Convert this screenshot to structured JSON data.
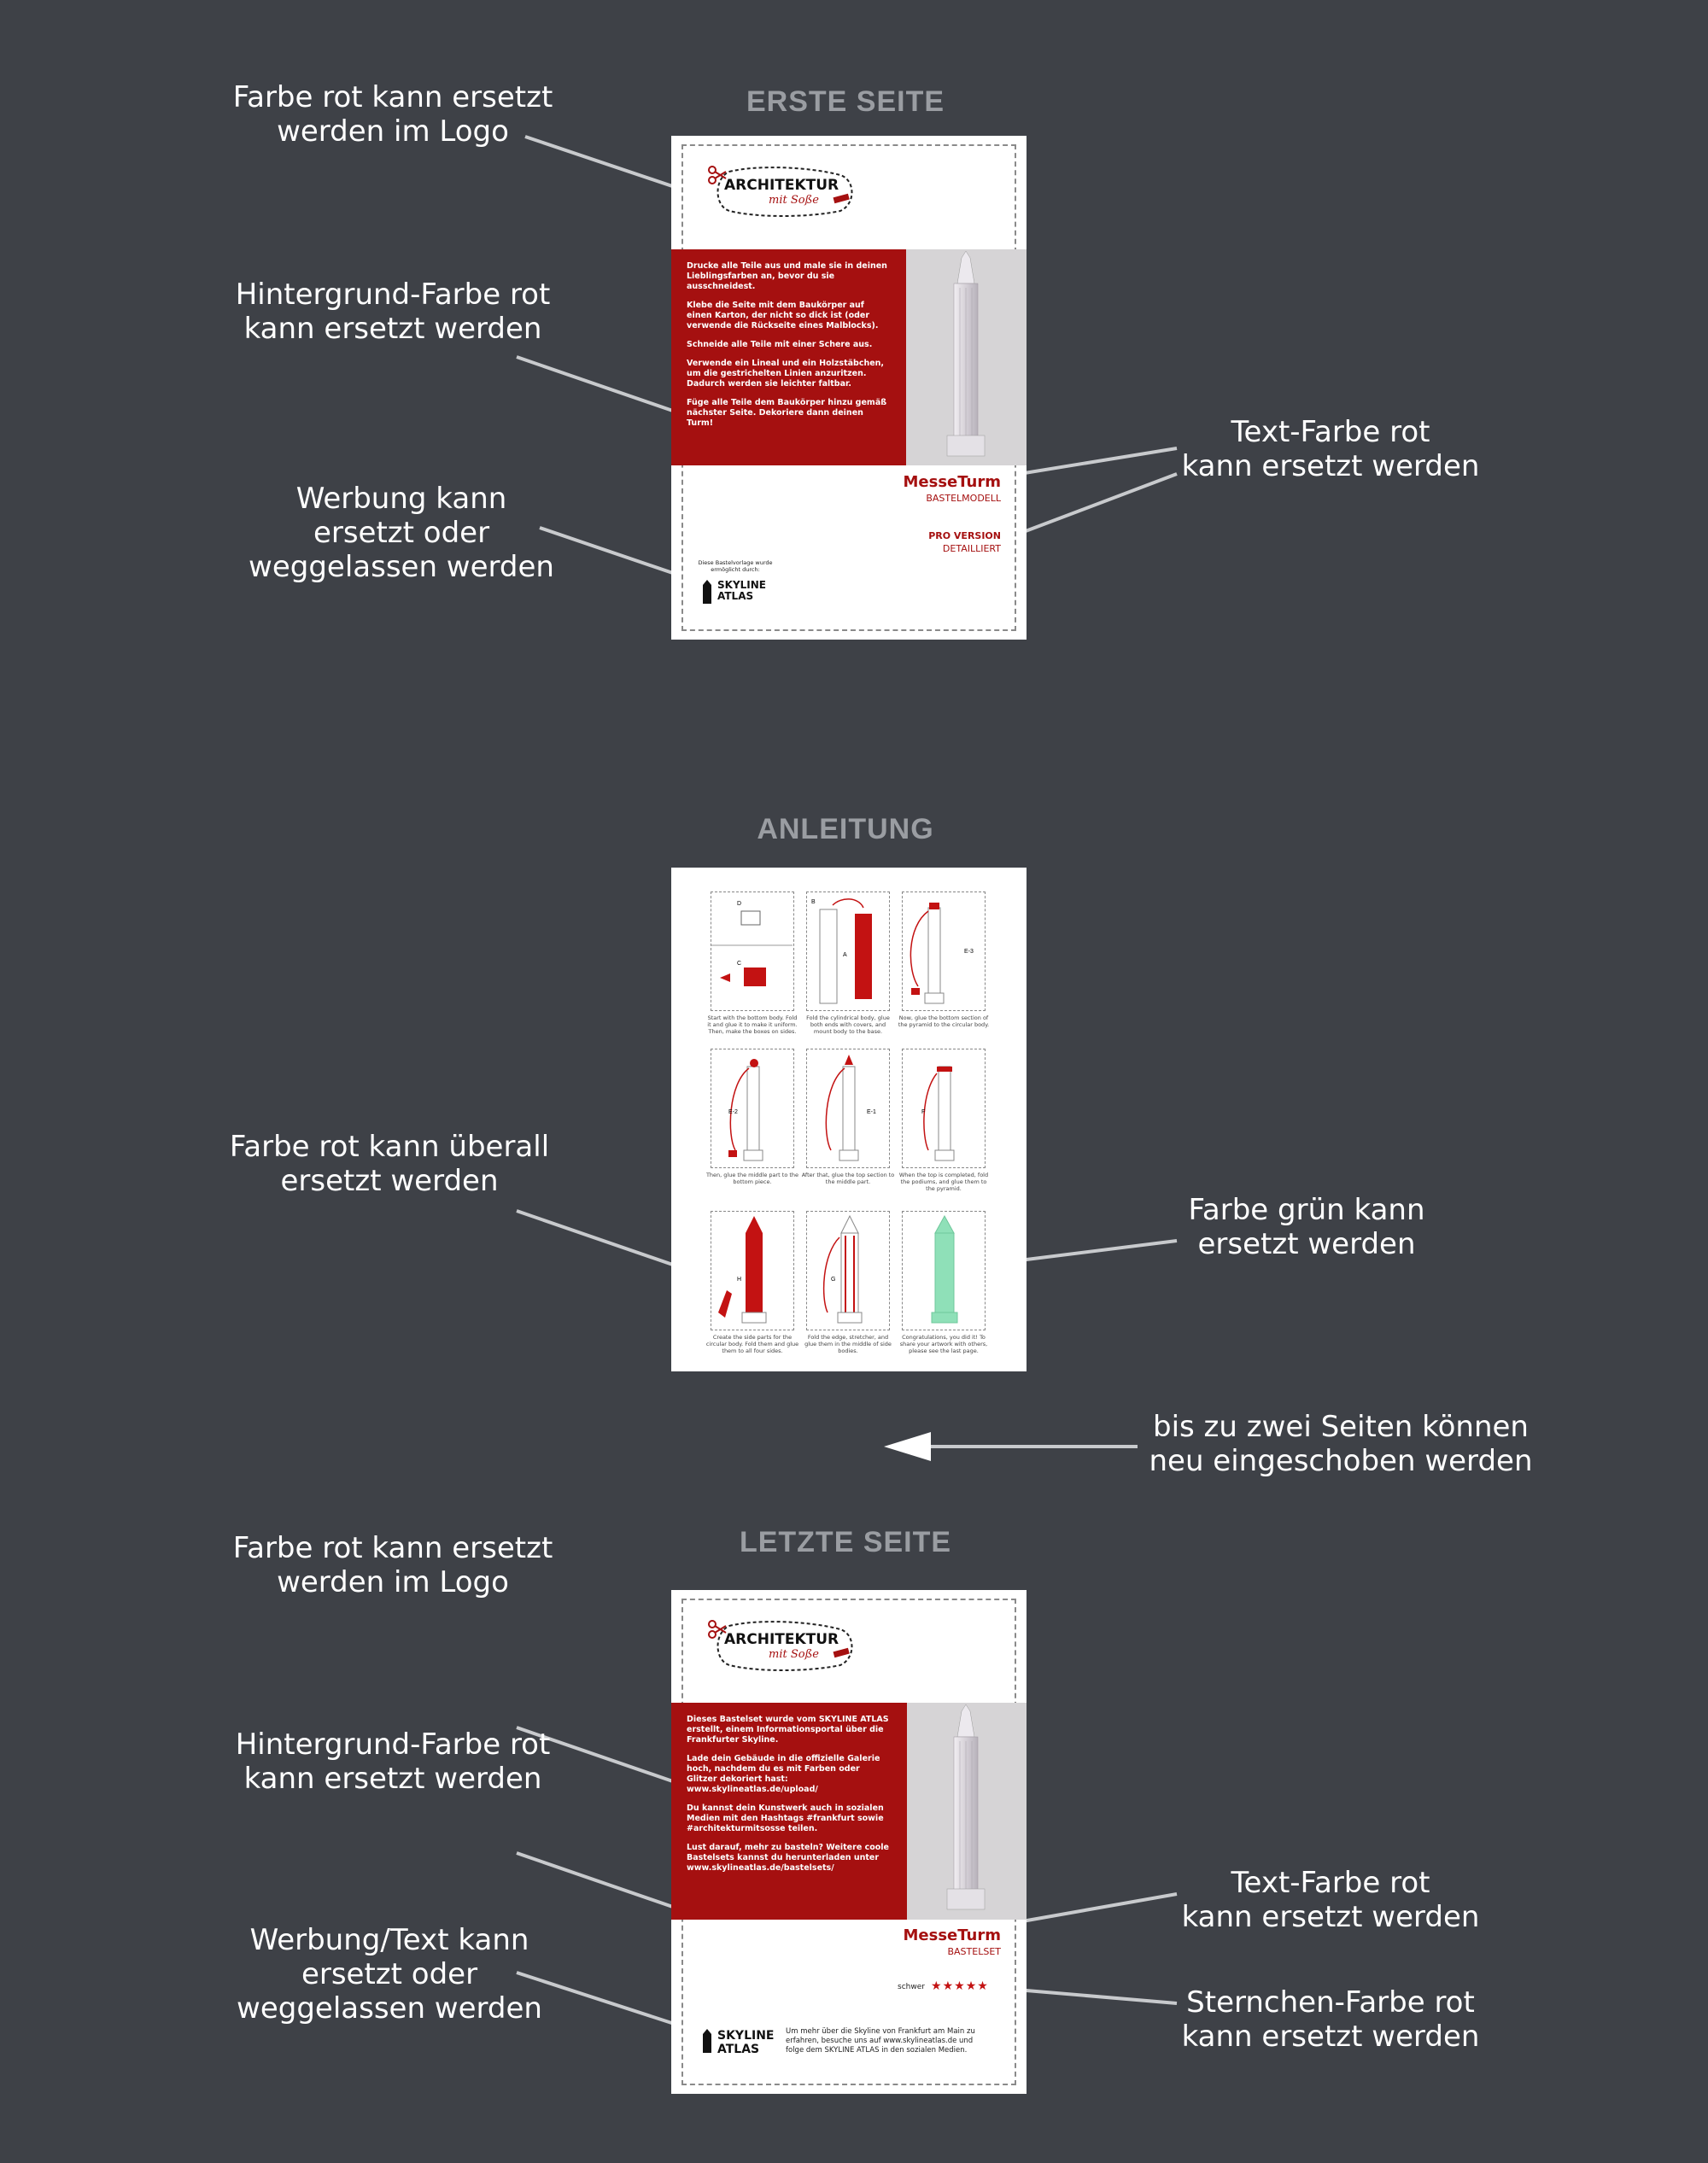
{
  "sections": {
    "first": "ERSTE SEITE",
    "instructions": "ANLEITUNG",
    "last": "LETZTE SEITE"
  },
  "notes": {
    "first_logo": [
      "Farbe rot kann ersetzt",
      "werden im Logo"
    ],
    "first_bg": [
      "Hintergrund-Farbe rot",
      "kann ersetzt werden"
    ],
    "first_ad": [
      "Werbung kann",
      "ersetzt oder",
      "weggelassen werden"
    ],
    "first_text": [
      "Text-Farbe rot",
      "kann ersetzt werden"
    ],
    "instr_red": [
      "Farbe rot kann überall",
      "ersetzt werden"
    ],
    "instr_green": [
      "Farbe grün kann",
      "ersetzt werden"
    ],
    "insert_pages": [
      "bis zu zwei Seiten können",
      "neu eingeschoben werden"
    ],
    "last_logo": [
      "Farbe rot kann ersetzt",
      "werden im Logo"
    ],
    "last_bg": [
      "Hintergrund-Farbe rot",
      "kann ersetzt werden"
    ],
    "last_ad": [
      "Werbung/Text kann",
      "ersetzt oder",
      "weggelassen werden"
    ],
    "last_text": [
      "Text-Farbe rot",
      "kann ersetzt werden"
    ],
    "last_stars": [
      "Sternchen-Farbe rot",
      "kann ersetzt werden"
    ]
  },
  "logo": {
    "line1": "ARCHITEKTUR",
    "line2": "mit Soße"
  },
  "first_page": {
    "paragraphs": [
      "Drucke alle Teile aus und male sie in deinen Lieblingsfarben an, bevor du sie ausschneidest.",
      "Klebe die Seite mit dem Baukörper auf einen Karton, der nicht so dick ist (oder verwende die Rückseite eines Malblocks).",
      "Schneide alle Teile mit einer Schere aus.",
      "Verwende ein Lineal und ein Holzstäbchen, um die gestrichelten Linien anzuritzen. Dadurch werden sie leichter faltbar.",
      "Füge alle Teile dem Baukörper hinzu gemäß nächster Seite. Dekoriere dann deinen Turm!"
    ],
    "title": "MesseTurm",
    "subtitle": "BASTELMODELL",
    "version1": "PRO VERSION",
    "version2": "DETAILLIERT",
    "sponsor_note": "Diese Bastelvorlage wurde ermöglicht durch:",
    "sky1": "SKYLINE",
    "sky2": "ATLAS"
  },
  "instructions_page": {
    "captions": [
      "Start with the bottom body. Fold it and glue it to make it uniform. Then, make the boxes on sides.",
      "Fold the cylindrical body, glue both ends with covers, and mount body to the base.",
      "Now, glue the bottom section of the pyramid to the circular body.",
      "Then, glue the middle part to the bottom piece.",
      "After that, glue the top section to the middle part.",
      "When the top is completed, fold the podiums, and glue them to the pyramid.",
      "Create the side parts for the circular body. Fold them and glue them to all four sides.",
      "Fold the edge, stretcher, and glue them in the middle of side bodies.",
      "Congratulations, you did it! To share your artwork with others, please see the last page."
    ],
    "labels": [
      "D",
      "C",
      "B",
      "A",
      "E-3",
      "E-2",
      "E-1",
      "F",
      "H",
      "G"
    ]
  },
  "last_page": {
    "paragraphs": [
      "Dieses Bastelset wurde vom SKYLINE ATLAS erstellt, einem Informationsportal über die Frankfurter Skyline.",
      "Lade dein Gebäude in die offizielle Galerie hoch, nachdem du es mit Farben oder Glitzer dekoriert hast: www.skylineatlas.de/upload/",
      "Du kannst dein Kunstwerk auch in sozialen Medien mit den Hashtags #frankfurt sowie #architekturmitsosse teilen.",
      "Lust darauf, mehr zu basteln? Weitere coole Bastelsets kannst du herunterladen unter www.skylineatlas.de/bastelsets/"
    ],
    "title": "MesseTurm",
    "subtitle": "BASTELSET",
    "difficulty": "schwer",
    "footer": "Um mehr über die Skyline von Frankfurt am Main zu erfahren, besuche uns auf www.skylineatlas.de und folge dem SKYLINE ATLAS in den sozialen Medien.",
    "sky1": "SKYLINE",
    "sky2": "ATLAS"
  },
  "colors": {
    "red": "#a51010",
    "green": "#8fe0b8",
    "background": "#3e4147"
  }
}
